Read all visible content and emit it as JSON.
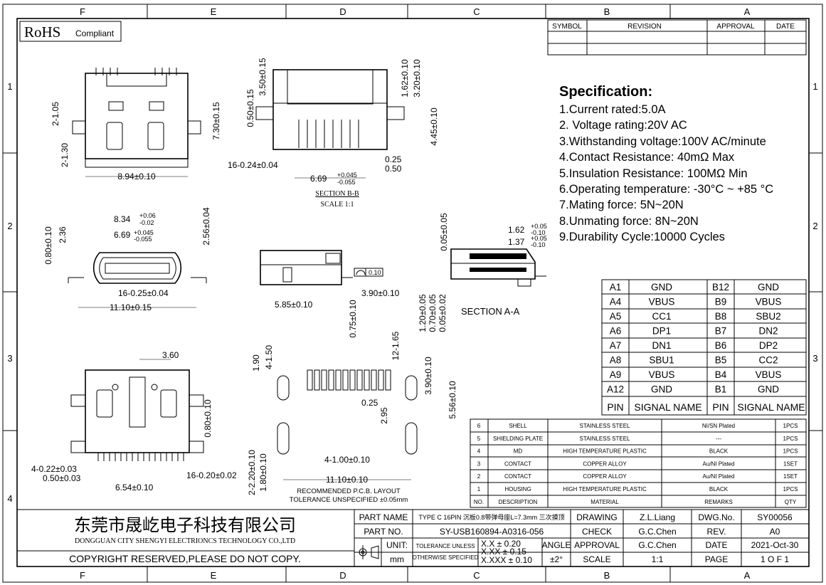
{
  "border": {
    "columns_top": [
      "F",
      "E",
      "D",
      "C",
      "B",
      "A"
    ],
    "columns_bottom": [
      "F",
      "E",
      "D",
      "C",
      "B",
      "A"
    ],
    "rows_left": [
      "1",
      "2",
      "3",
      "4"
    ],
    "rows_right": [
      "1",
      "2",
      "3"
    ]
  },
  "rohs": {
    "big": "RoHS",
    "small": "Compliant"
  },
  "revision_table": {
    "headers": [
      "SYMBOL",
      "REVISION",
      "APPROVAL",
      "DATE"
    ]
  },
  "specification": {
    "title": "Specification:",
    "items": [
      "1.Current rated:5.0A",
      "2. Voltage rating:20V AC",
      "3.Withstanding voltage:100V AC/minute",
      "4.Contact Resistance: 40mΩ Max",
      "5.Insulation Resistance: 100MΩ Min",
      "6.Operating temperature: -30°C ~ +85 °C",
      "7.Mating force: 5N~20N",
      "8.Unmating force: 8N~20N",
      "9.Durability Cycle:10000 Cycles"
    ]
  },
  "pin_table": {
    "rows": [
      [
        "A1",
        "GND",
        "B12",
        "GND"
      ],
      [
        "A4",
        "VBUS",
        "B9",
        "VBUS"
      ],
      [
        "A5",
        "CC1",
        "B8",
        "SBU2"
      ],
      [
        "A6",
        "DP1",
        "B7",
        "DN2"
      ],
      [
        "A7",
        "DN1",
        "B6",
        "DP2"
      ],
      [
        "A8",
        "SBU1",
        "B5",
        "CC2"
      ],
      [
        "A9",
        "VBUS",
        "B4",
        "VBUS"
      ],
      [
        "A12",
        "GND",
        "B1",
        "GND"
      ]
    ],
    "headers": [
      "PIN",
      "SIGNAL NAME",
      "PIN",
      "SIGNAL NAME"
    ]
  },
  "bom": {
    "rows": [
      [
        "6",
        "SHELL",
        "STAINLESS STEEL",
        "NI/SN  Plated",
        "1PCS"
      ],
      [
        "5",
        "SHIELDING PLATE",
        "STAINLESS STEEL",
        "---",
        "1PCS"
      ],
      [
        "4",
        "MD",
        "HIGH TEMPERATURE PLASTIC",
        "BLACK",
        "1PCS"
      ],
      [
        "3",
        "CONTACT",
        "COPPER ALLOY",
        "Au/NI Plated",
        "1SET"
      ],
      [
        "2",
        "CONTACT",
        "COPPER ALLOY",
        "Au/NI Plated",
        "1SET"
      ],
      [
        "1",
        "HOUSING",
        "HIGH TEMPERATURE PLASTIC",
        "BLACK",
        "1PCS"
      ]
    ],
    "headers": [
      "NO.",
      "DESCRIPTION",
      "MATERIAL",
      "REMARKS",
      "QTY"
    ]
  },
  "title_block": {
    "company_cn": "东莞市晟屹电子科技有限公司",
    "company_en": "DONGGUAN CITY SHENGYI ELECTRIONCS TECHNOLOGY CO.,LTD",
    "copyright": "COPYRIGHT RESERVED,PLEASE DO NOT COPY.",
    "part_name_label": "PART NAME",
    "part_name": "TYPE C 16PIN 沉板0.8带弹母座L=7.3mm 三次摸顶",
    "part_no_label": "PART NO.",
    "part_no": "SY-USB160894-A0316-056",
    "unit_label": "UNIT:",
    "unit": "mm",
    "tol_label_1": "TOLERANCE UNLESS",
    "tol_label_2": "OTHERWISE SPECIFIED",
    "tol_1": "X.X ± 0.20",
    "tol_2": "X.XX ± 0.15",
    "tol_3": "X.XXX ± 0.10",
    "angle_label": "ANGLE",
    "angle": "±2°",
    "drawing_label": "DRAWING",
    "drawing_by": "Z.L.Liang",
    "check_label": "CHECK",
    "check_by": "G.C.Chen",
    "approval_label": "APPROVAL",
    "approval_by": "G.C.Chen",
    "scale_label": "SCALE",
    "scale": "1:1",
    "dwg_label": "DWG.No.",
    "dwg_no": "SY00056",
    "rev_label": "REV.",
    "rev": "A0",
    "date_label": "DATE",
    "date": "2021-Oct-30",
    "page_label": "PAGE",
    "page": "1 O F 1"
  },
  "views": {
    "section_bb": {
      "title": "SECTION B-B",
      "scale": "SCALE 1:1"
    },
    "section_aa": {
      "title": "SECTION A-A"
    },
    "pcb": {
      "title": "RECOMMENDED  P.C.B. LAYOUT",
      "tolerance": "TOLERANCE UNSPECIFIED ±0.05mm"
    },
    "flatness": "0.10"
  },
  "dimensions": {
    "top_view": [
      "8.94±0.10",
      "7.30±0.15",
      "2-1.05",
      "2-1.30"
    ],
    "section_bb": [
      "3.50±0.15",
      "0.50±0.15",
      "1.62±0.10",
      "3.20±0.10",
      "4.45±0.10",
      "0.25",
      "0.50",
      "16-0.24±0.04",
      "6.69"
    ],
    "front_view": [
      "0.80±0.10",
      "2.36",
      "2.56±0.04",
      "16-0.25±0.04",
      "11.10±0.15",
      "8.34",
      "6.69"
    ],
    "side_view": [
      "5.85±0.10",
      "3.90±0.10",
      "0.75±0.10"
    ],
    "section_aa": [
      "0.05±0.05",
      "1.62",
      "1.37",
      "1.20±0.05",
      "0.70±0.05",
      "0.05±0.02"
    ],
    "bottom_view": [
      "3.60",
      "0.80±0.10",
      "4-0.22±0.03",
      "0.50±0.03",
      "6.54±0.10",
      "16-0.20±0.02"
    ],
    "pcb": [
      "1.90",
      "4-1.50",
      "12-1.65",
      "3.90±0.10",
      "0.25",
      "2.95",
      "5.56±0.10",
      "4-1.00±0.10",
      "2-2.20±0.10",
      "1.80±0.10",
      "11.10±0.10"
    ],
    "tol_suffixes": [
      "+0.06",
      "-0.02",
      "+0.045",
      "-0.055",
      "+0.05",
      "-0.10"
    ]
  }
}
